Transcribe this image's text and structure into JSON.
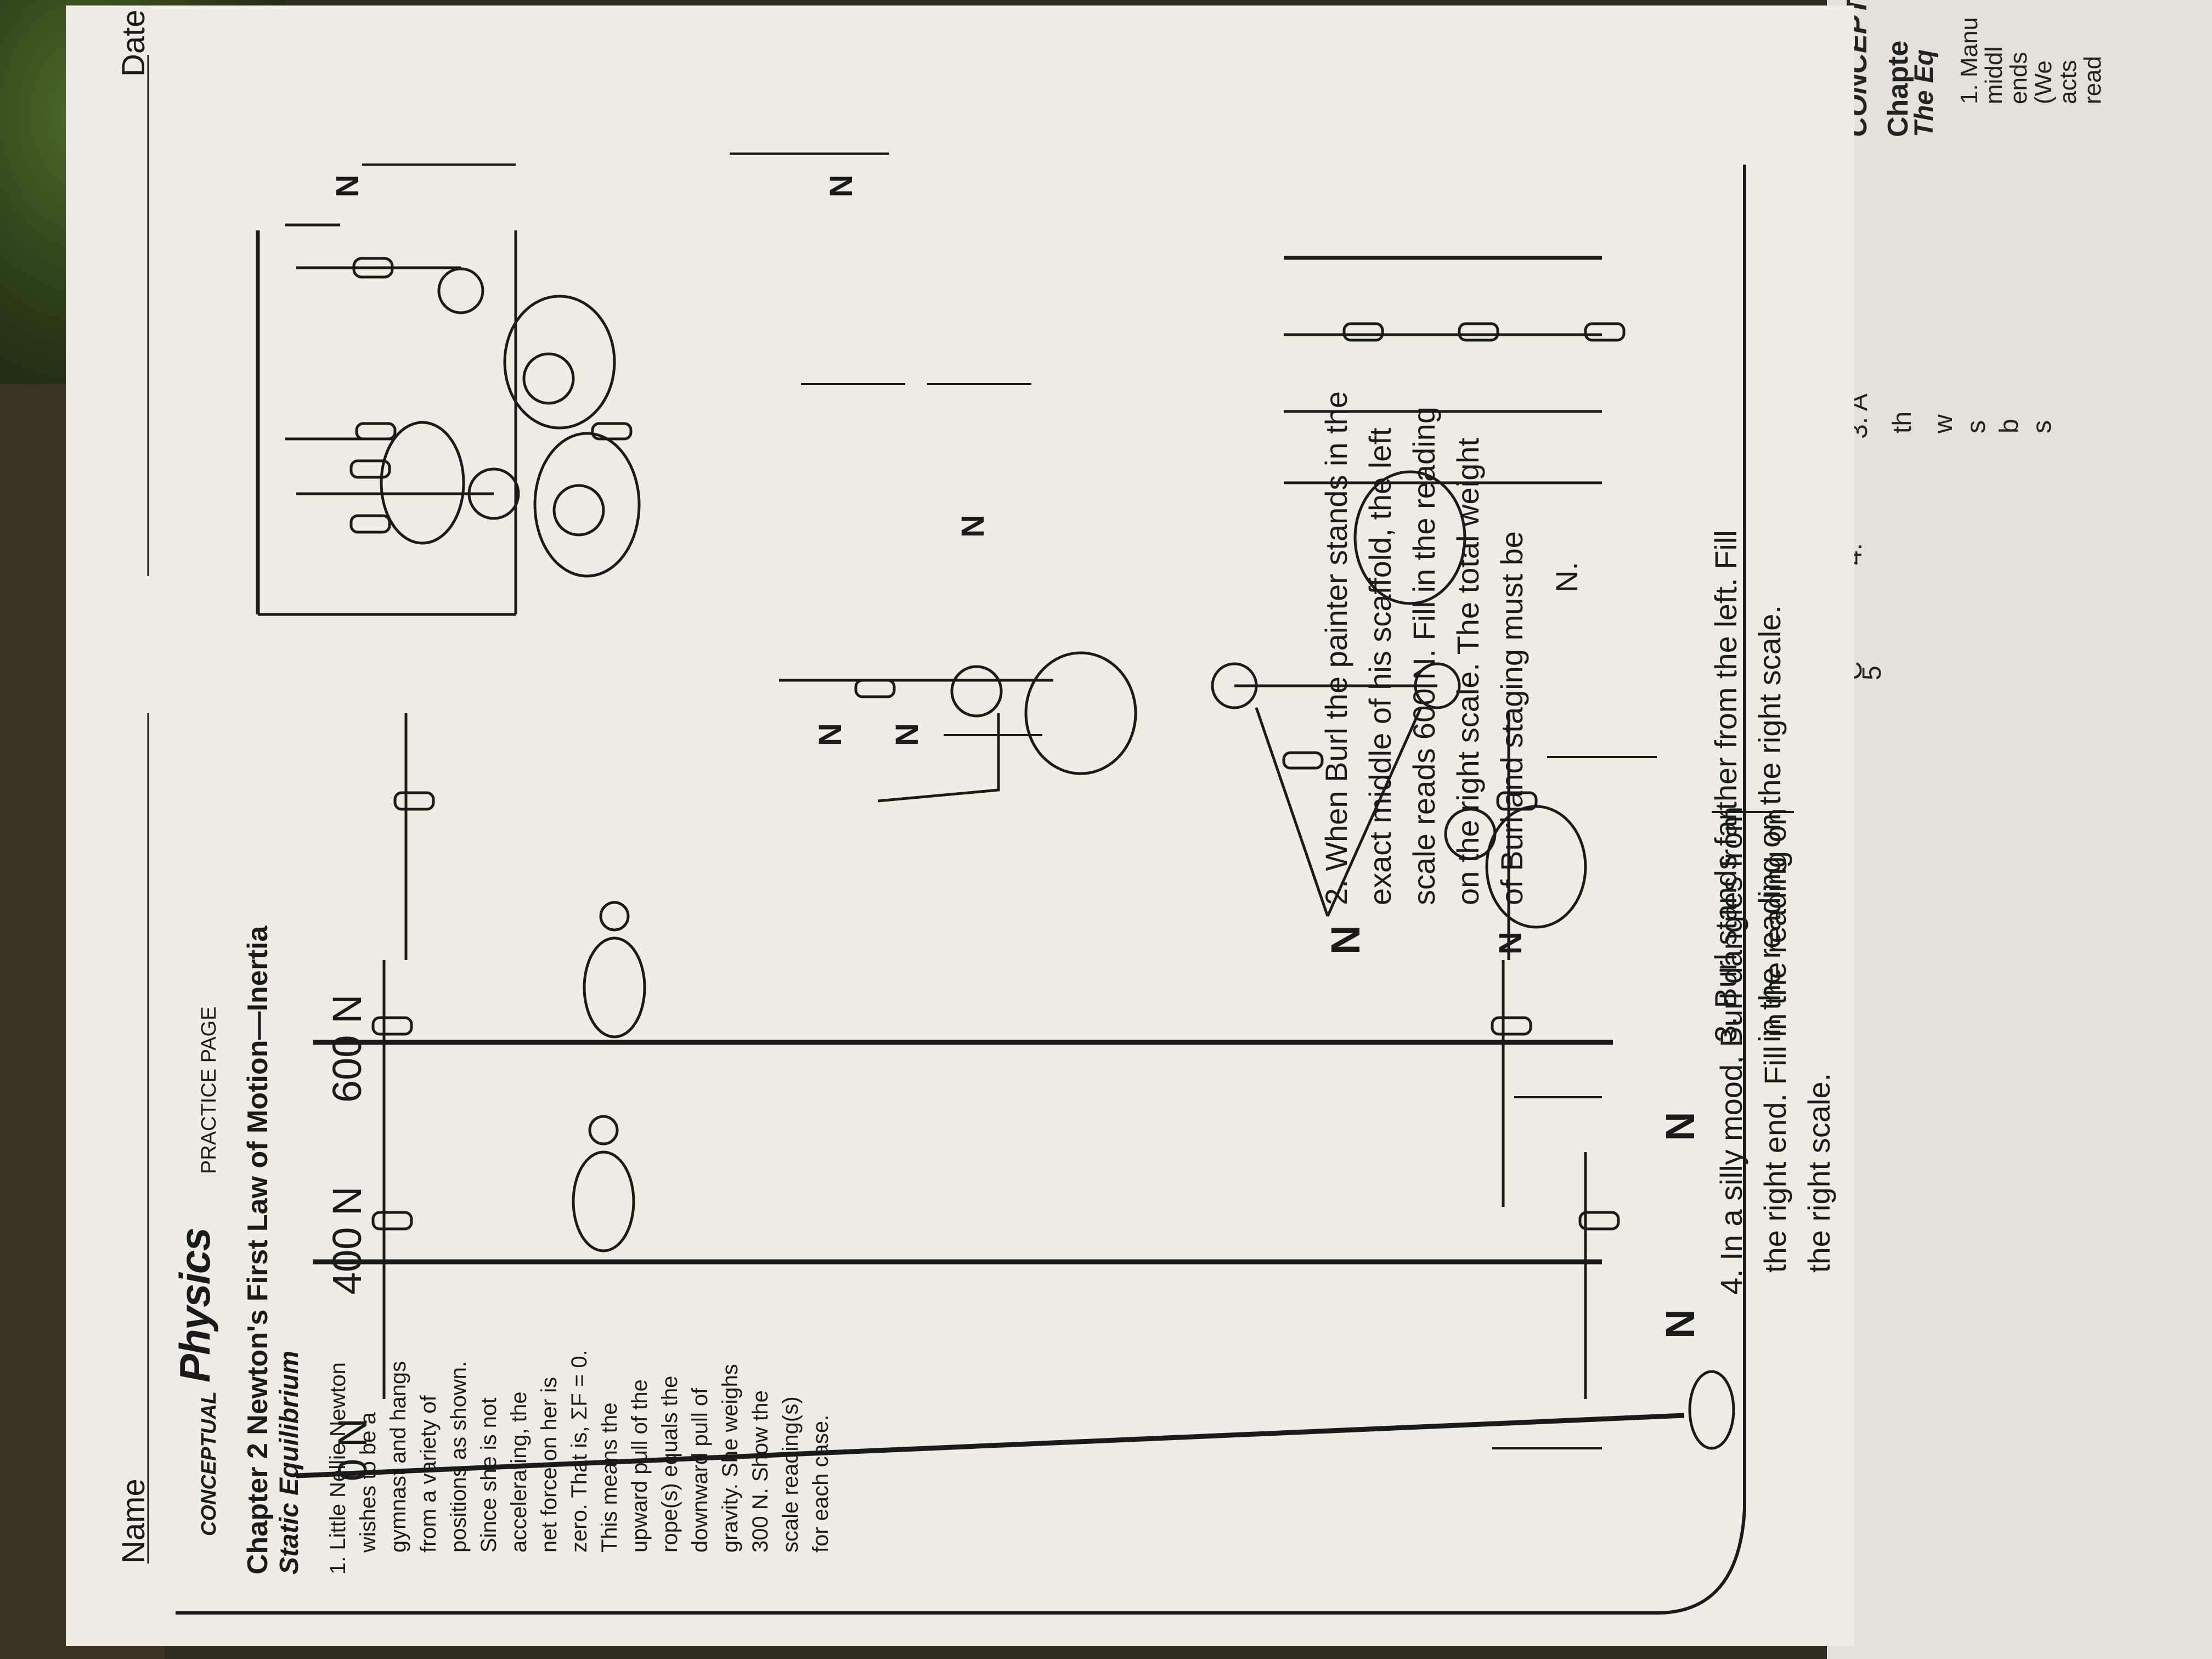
{
  "header": {
    "name_label": "Name",
    "date_label": "Date",
    "brand_conceptual": "CONCEPTUAL",
    "brand_physics": "Physics",
    "practice_page": "PRACTICE PAGE"
  },
  "chapter": {
    "heading": "Chapter 2  Newton's First Law of Motion—Inertia",
    "subheading": "Static Equilibrium"
  },
  "question1": {
    "lines": [
      "1. Little Nellie Newton",
      "wishes to be a",
      "gymnast and hangs",
      "from a variety of",
      "positions as shown.",
      "Since she is not",
      "accelerating, the",
      "net force on her is",
      "zero. That is, ΣF = 0.",
      "This means the",
      "upward pull of the",
      "rope(s) equals the",
      "downward pull of",
      "gravity. She weighs",
      "300 N. Show the",
      "scale reading(s)",
      "for each case."
    ]
  },
  "question2": {
    "lines": [
      "2. When Burl the painter stands in the",
      "exact middle of his scaffold, the left",
      "scale reads 600 N. Fill in the reading",
      "on the right scale. The total weight",
      "of Burl and staging must be"
    ],
    "blank_unit": "N."
  },
  "question3": {
    "lines": [
      "3. Burl stands farther from the left. Fill",
      "in the reading on the right scale."
    ]
  },
  "question4": {
    "lines": [
      "4. In a silly mood, Burl dangles from",
      "the right end. Fill in the reading on",
      "the right scale."
    ]
  },
  "scale_readings": {
    "scaffold1_left": "600 N",
    "scaffold2_left": "400 N",
    "scaffold3_left": "0 N",
    "unit": "N"
  },
  "right_page": {
    "concept_label": "CONCEPT",
    "chapter_label": "Chapte",
    "subtitle": "The Eq",
    "item1_lines": [
      "1. Manu",
      "middl",
      "ends",
      "(We",
      "acts",
      "read"
    ],
    "item3": "3. A",
    "item3_lines": [
      "th",
      "w",
      "s",
      "b",
      "s"
    ],
    "item4": "4.",
    "c_label": "C",
    "five_label": "5"
  },
  "colors": {
    "paper": "#efece4",
    "ink": "#1a1a1a",
    "background": "#2d2a1e"
  }
}
